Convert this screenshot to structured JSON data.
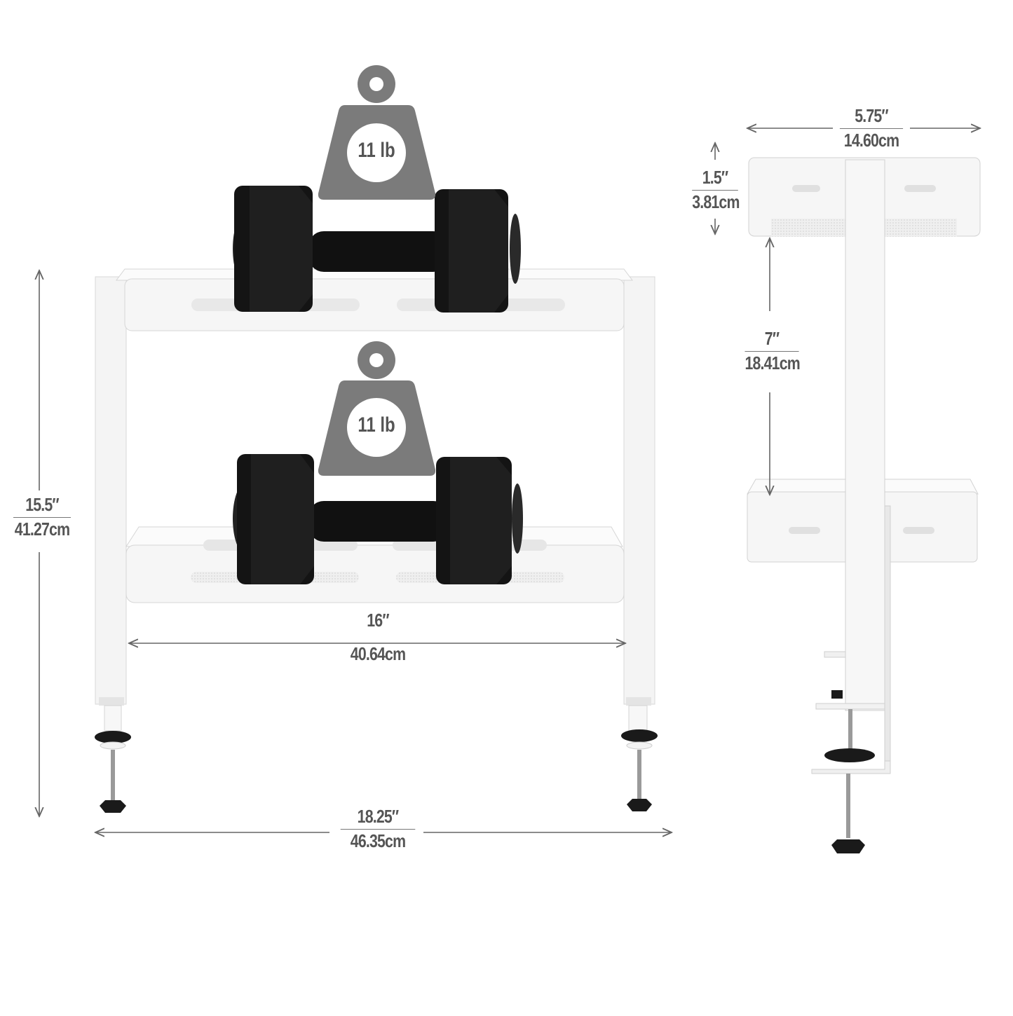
{
  "weights": {
    "top": "11 lb",
    "bottom": "11 lb"
  },
  "dimensions": {
    "height": {
      "in": "15.5″",
      "cm": "41.27cm"
    },
    "inner_width": {
      "in": "16″",
      "cm": "40.64cm"
    },
    "overall_width": {
      "in": "18.25″",
      "cm": "46.35cm"
    },
    "depth": {
      "in": "5.75″",
      "cm": "14.60cm"
    },
    "tray_height": {
      "in": "1.5″",
      "cm": "3.81cm"
    },
    "shelf_gap": {
      "in": "7″",
      "cm": "18.41cm"
    }
  },
  "colors": {
    "frame": "#f3f3f3",
    "frame_edge": "#d9d9d9",
    "dumbbell": "#161616",
    "weight_icon": "#7b7b7b",
    "dimension_text": "#555555"
  }
}
